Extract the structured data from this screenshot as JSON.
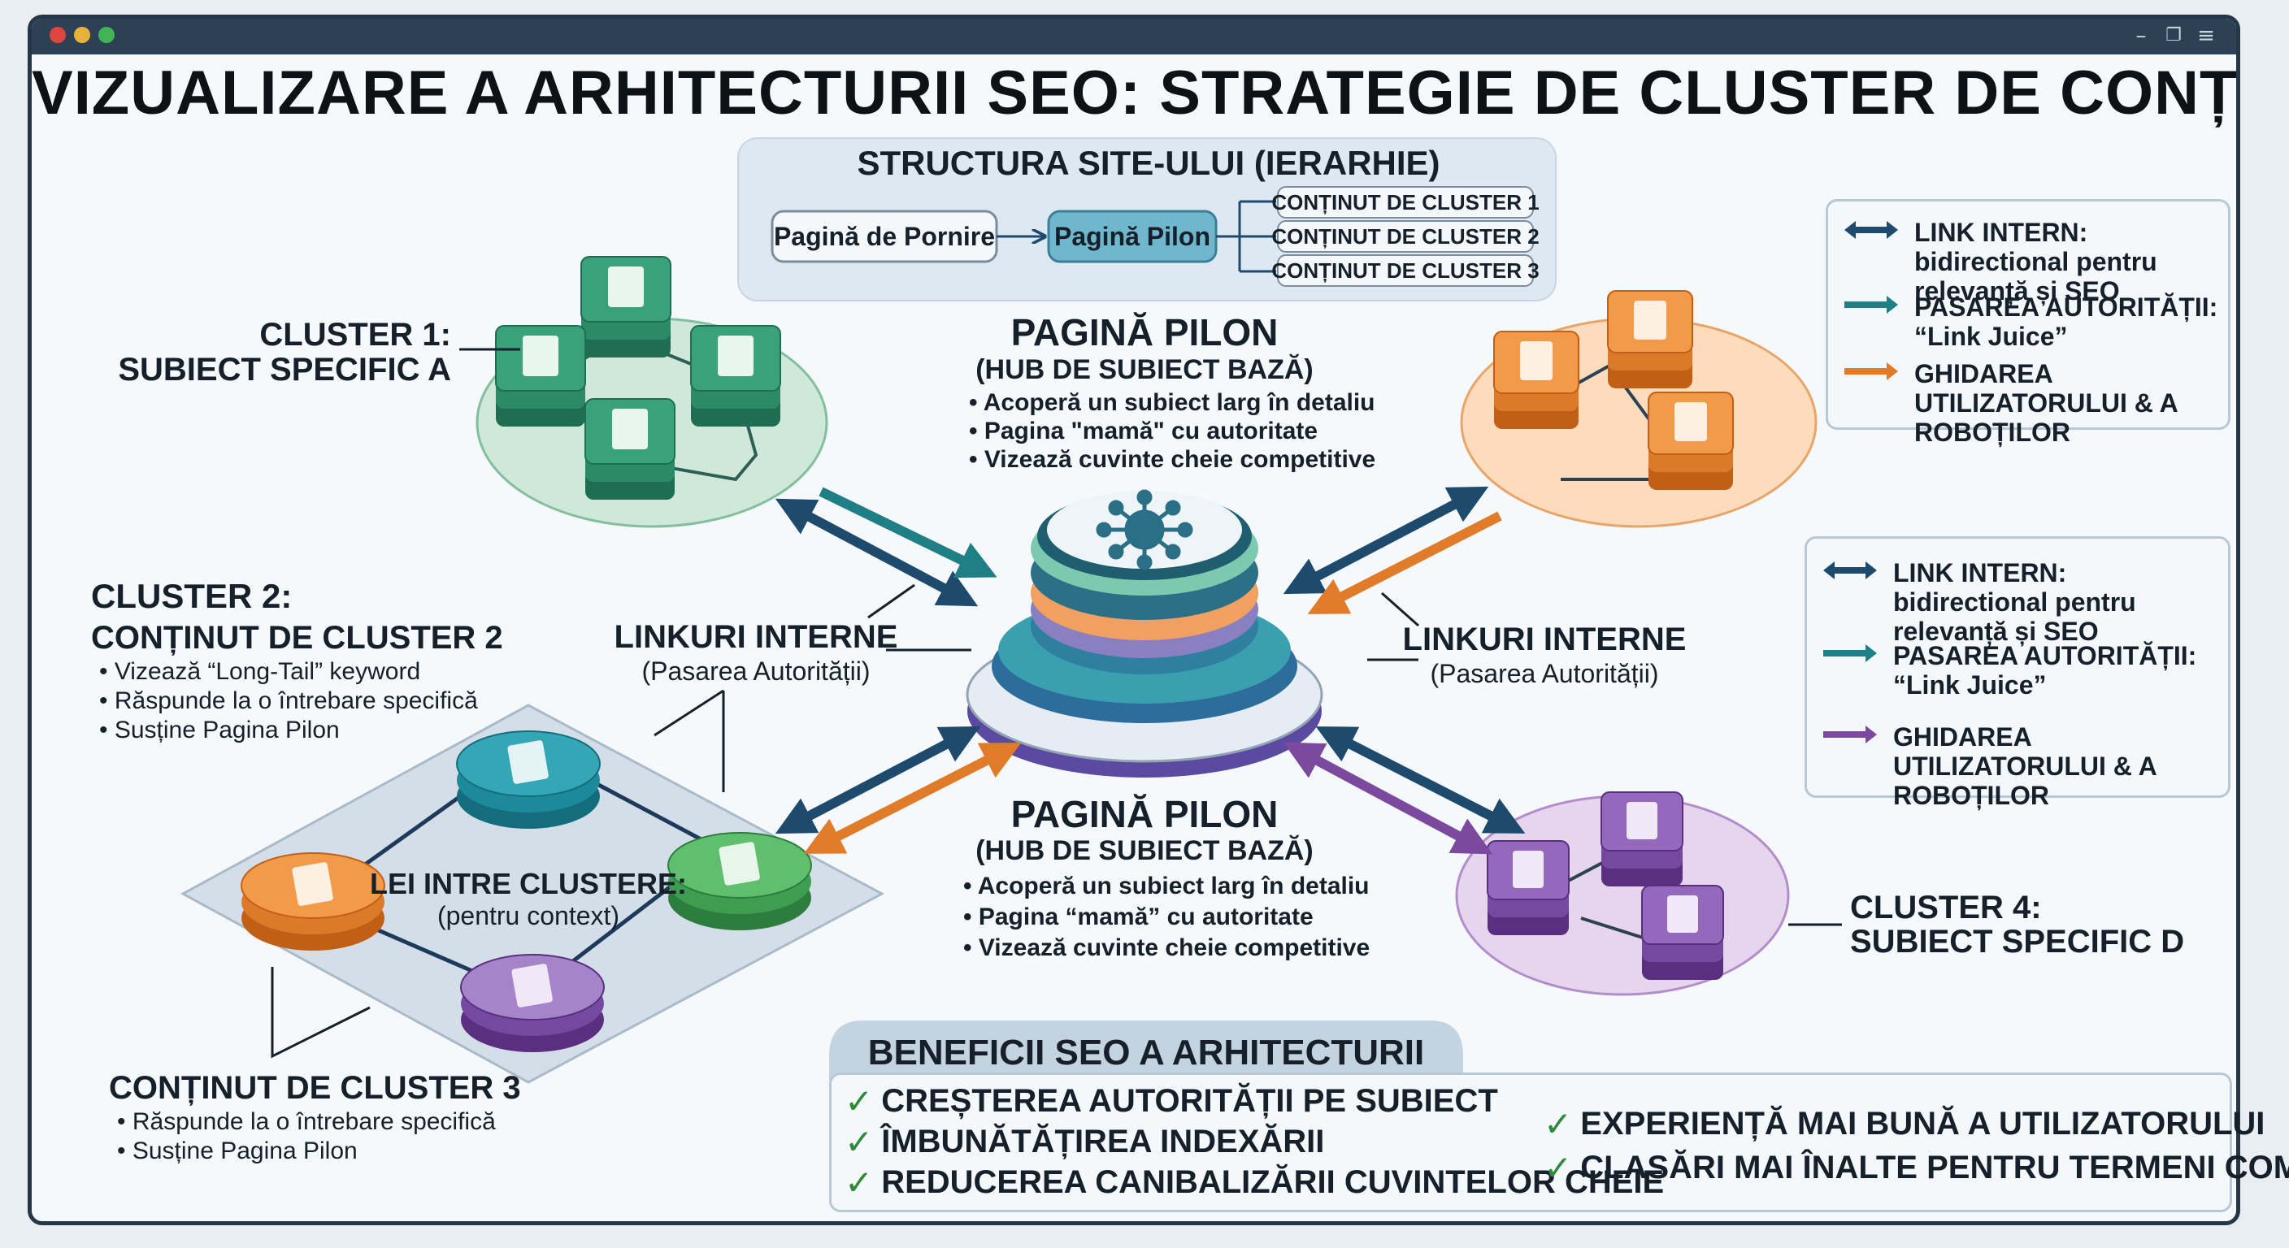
{
  "title": "VIZUALIZARE A ARHITECTURII SEO: STRATEGIE DE CLUSTER DE CONȚINUT",
  "colors": {
    "frame": "#253747",
    "teal": "#1f7f85",
    "navy": "#1e4a6e",
    "orange": "#e07b2a",
    "purple": "#7b4a9e",
    "green": "#2f8a5f"
  },
  "structure": {
    "title": "STRUCTURA SITE-ULUI (IERARHIE)",
    "home": "Pagină de Pornire",
    "pillar": "Pagină Pilon",
    "clusters": [
      "CONȚINUT DE CLUSTER 1",
      "CONȚINUT DE CLUSTER 2",
      "CONȚINUT DE CLUSTER 3"
    ]
  },
  "cluster1": {
    "title": "CLUSTER 1:",
    "subtitle": "SUBIECT SPECIFIC A"
  },
  "cluster2": {
    "title": "CLUSTER 2:",
    "subtitle": "CONȚINUT DE CLUSTER 2",
    "bullets": [
      "Vizează “Long-Tail” keyword",
      "Răspunde la o întrebare specifică",
      "Susține Pagina Pilon"
    ]
  },
  "cluster3": {
    "title": "CONȚINUT DE CLUSTER 3",
    "bullets": [
      "Răspunde la o întrebare specifică",
      "Susține Pagina Pilon"
    ]
  },
  "cluster4": {
    "title": "CLUSTER 4:",
    "subtitle": "SUBIECT SPECIFIC D"
  },
  "pillar_top": {
    "title": "PAGINĂ PILON",
    "subtitle": "(HUB DE SUBIECT BAZĂ)",
    "bullets": [
      "Acoperă un subiect larg în detaliu",
      "Pagina \"mamă\" cu autoritate",
      "Vizează cuvinte cheie competitive"
    ]
  },
  "pillar_bottom": {
    "title": "PAGINĂ PILON",
    "subtitle": "(HUB DE SUBIECT BAZĂ)",
    "bullets": [
      "Acoperă un subiect larg în detaliu",
      "Pagina “mamă” cu autoritate",
      "Vizează cuvinte cheie competitive"
    ]
  },
  "internal_links_left": {
    "title": "LINKURI INTERNE",
    "subtitle": "(Pasarea Autorității)"
  },
  "internal_links_right": {
    "title": "LINKURI INTERNE",
    "subtitle": "(Pasarea Autorității)"
  },
  "between_clusters": {
    "title": "LEI INTRE CLUSTERE:",
    "subtitle": "(pentru context)"
  },
  "legend1": [
    {
      "text": "LINK INTERN: bidirectional pentru relevanță și SEO",
      "color": "#1e4a6e"
    },
    {
      "text": "PASAREA AUTORITĂȚII: “Link Juice”",
      "color": "#1f7f85"
    },
    {
      "text": "GHIDAREA UTILIZATORULUI & A ROBOȚILOR",
      "color": "#e07b2a"
    }
  ],
  "legend2": [
    {
      "text": "LINK INTERN: bidirectional pentru relevanță și SEO",
      "color": "#1e4a6e"
    },
    {
      "text": "PASAREA AUTORITĂȚII: “Link Juice”",
      "color": "#1f7f85"
    },
    {
      "text": "GHIDAREA UTILIZATORULUI & A ROBOȚILOR",
      "color": "#7b4a9e"
    }
  ],
  "benefits": {
    "title": "BENEFICII SEO A ARHITECTURII",
    "left": [
      "CREȘTEREA AUTORITĂȚII PE SUBIECT",
      "ÎMBUNĂTĂȚIREA INDEXĂRII",
      "REDUCEREA CANIBALIZĂRII CUVINTELOR CHEIE"
    ],
    "right": [
      "EXPERIENȚĂ MAI BUNĂ A UTILIZATORULUI",
      "CLASĂRI MAI ÎNALTE PENTRU TERMENI COMPUȘI"
    ],
    "check": "✓"
  }
}
